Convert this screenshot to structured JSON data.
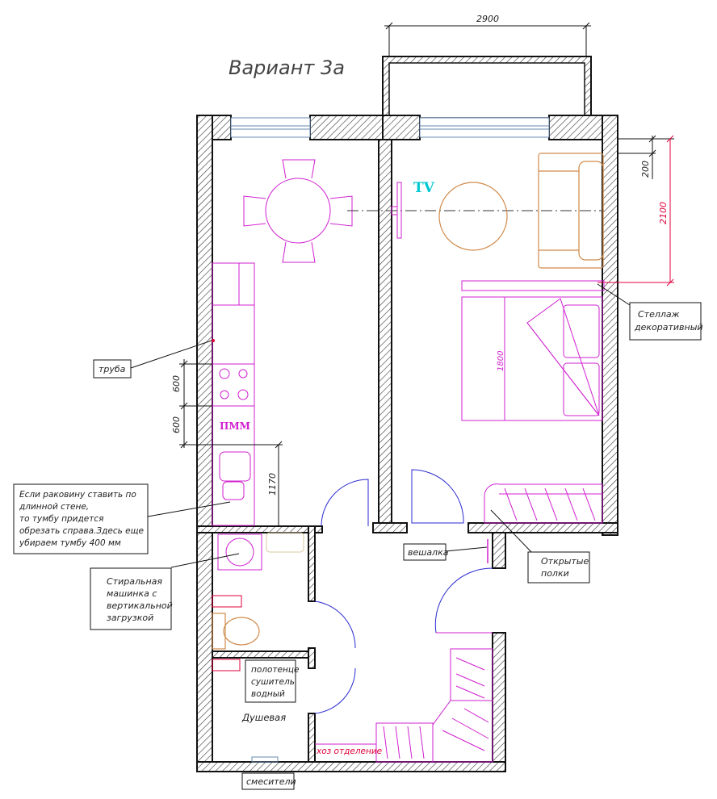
{
  "title": "Вариант 3а",
  "dimensions": {
    "balcony_width": "2900",
    "d200": "200",
    "d2100": "2100",
    "bed_length": "1800",
    "d600_a": "600",
    "d600_b": "600",
    "d1170": "1170"
  },
  "markers": {
    "tv": "TV",
    "pmm": "ПММ"
  },
  "rooms": {
    "shower": "Душевая",
    "storage": "хоз отделение"
  },
  "callouts": {
    "pipe": "труба",
    "sink_note": [
      "Если раковину ставить по",
      "длинной стене,",
      "то тумбу придется",
      "обрезать справа.Здесь еще",
      "убираем тумбу 400 мм"
    ],
    "washer": [
      "Стиральная",
      "машинка с",
      "вертикальной",
      "загрузкой"
    ],
    "towel_dryer": [
      "полотенце",
      "сушитель",
      "водный"
    ],
    "mixers": "смесители",
    "hanger": "вешалка",
    "open_shelves": [
      "Открытые",
      "полки"
    ],
    "rack": [
      "Стеллаж",
      "декоративный"
    ]
  },
  "colors": {
    "wall_line": "#111111",
    "furniture": "#d020d0",
    "sofa": "#d08a4a",
    "door": "#2a2ad0",
    "tv": "#00c8d0",
    "dimension_red": "#e0003a",
    "window": "#6a8ab0"
  }
}
